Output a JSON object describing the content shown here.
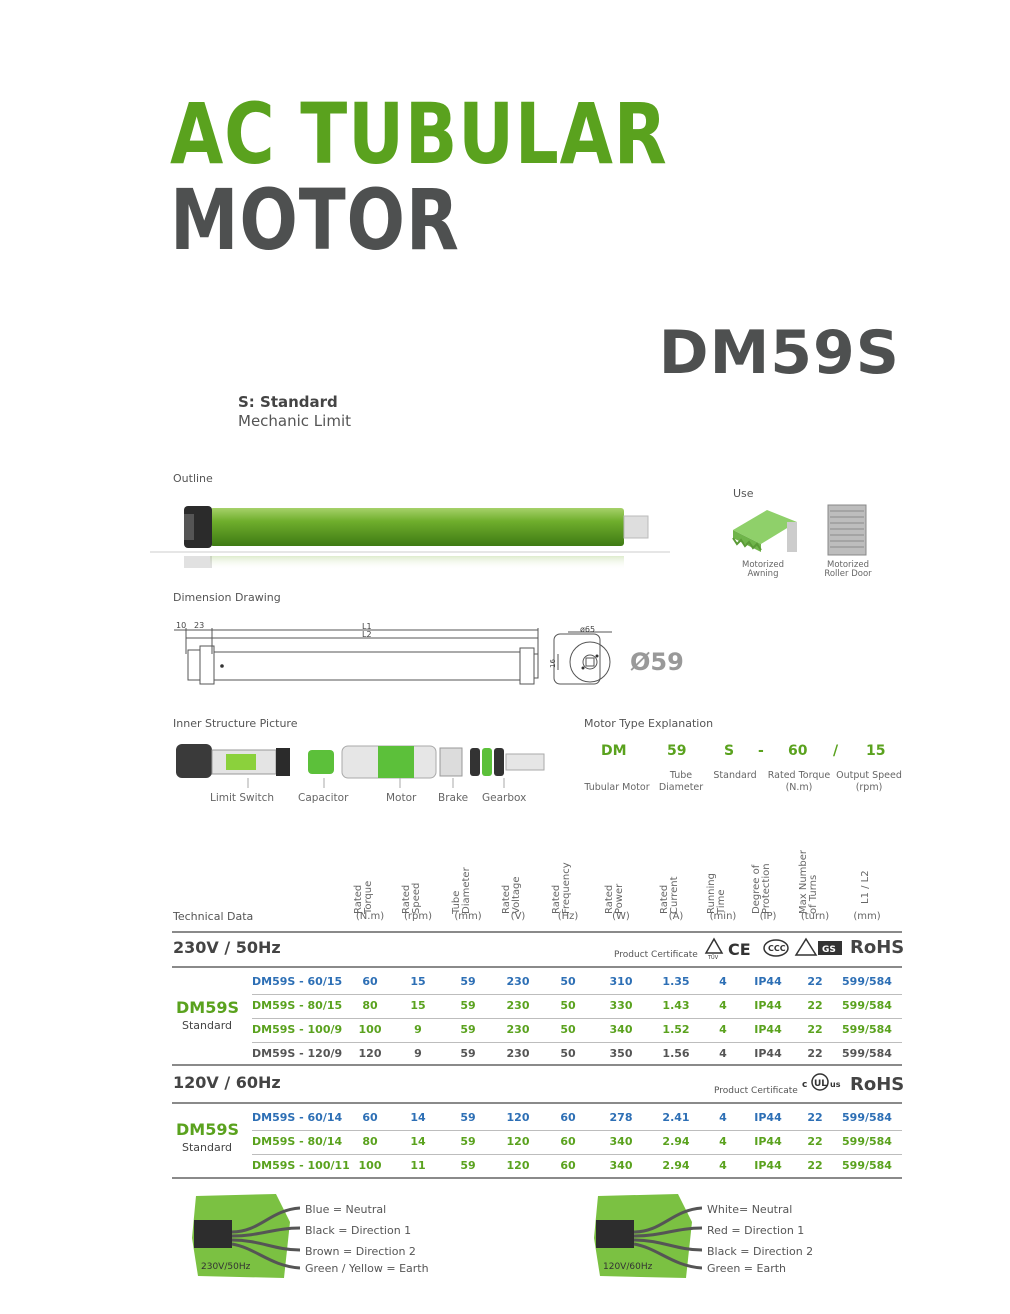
{
  "title": {
    "line1": "AC TUBULAR",
    "line2": "MOTOR"
  },
  "model": "DM59S",
  "type": {
    "code": "S: Standard",
    "desc": "Mechanic Limit"
  },
  "sections": {
    "outline": "Outline",
    "use": "Use",
    "dimension": "Dimension Drawing",
    "inner": "Inner Structure Picture",
    "motor_type": "Motor Type Explanation",
    "technical": "Technical Data"
  },
  "use_items": [
    {
      "line1": "Motorized",
      "line2": "Awning"
    },
    {
      "line1": "Motorized",
      "line2": "Roller Door"
    }
  ],
  "dimension": {
    "d10": "10",
    "d23": "23",
    "l1": "L1",
    "l2": "L2",
    "d65": "ø65",
    "d16": "16",
    "tube": "Ø59"
  },
  "inner_labels": [
    "Limit Switch",
    "Capacitor",
    "Motor",
    "Brake",
    "Gearbox"
  ],
  "motor_type": {
    "codes": [
      "DM",
      "59",
      "S",
      "-",
      "60",
      "/",
      "15"
    ],
    "captions": [
      {
        "l1": "Tubular Motor",
        "l2": ""
      },
      {
        "l1": "Tube",
        "l2": "Diameter"
      },
      {
        "l1": "Standard",
        "l2": ""
      },
      {
        "l1": "Rated Torque",
        "l2": "(N.m)"
      },
      {
        "l1": "Output Speed",
        "l2": "(rpm)"
      }
    ]
  },
  "table": {
    "columns": [
      {
        "l1": "Rated",
        "l2": "Torque",
        "unit": "(N.m)"
      },
      {
        "l1": "Rated",
        "l2": "Speed",
        "unit": "(rpm)"
      },
      {
        "l1": "Tube",
        "l2": "Diameter",
        "unit": "(mm)"
      },
      {
        "l1": "Rated",
        "l2": "Voltage",
        "unit": "(V)"
      },
      {
        "l1": "Rated",
        "l2": "Frequency",
        "unit": "(Hz)"
      },
      {
        "l1": "Rated",
        "l2": "Power",
        "unit": "(W)"
      },
      {
        "l1": "Rated",
        "l2": "Current",
        "unit": "(A)"
      },
      {
        "l1": "Running",
        "l2": "Time",
        "unit": "(min)"
      },
      {
        "l1": "Degree of",
        "l2": "Protection",
        "unit": "(IP)"
      },
      {
        "l1": "Max Number",
        "l2": "of Turns",
        "unit": "(turn)"
      },
      {
        "l1": "L1 / L2",
        "l2": "",
        "unit": "(mm)"
      }
    ],
    "groups": [
      {
        "voltage": "230V / 50Hz",
        "cert_label": "Product Certificate",
        "cert_text": "RoHS",
        "model": "DM59S",
        "model_sub": "Standard",
        "rows": [
          {
            "name": "DM59S - 60/15",
            "vals": [
              "60",
              "15",
              "59",
              "230",
              "50",
              "310",
              "1.35",
              "4",
              "IP44",
              "22",
              "599/584"
            ],
            "color": "#2d6fb5"
          },
          {
            "name": "DM59S - 80/15",
            "vals": [
              "80",
              "15",
              "59",
              "230",
              "50",
              "330",
              "1.43",
              "4",
              "IP44",
              "22",
              "599/584"
            ],
            "color": "#5aa21e"
          },
          {
            "name": "DM59S - 100/9",
            "vals": [
              "100",
              "9",
              "59",
              "230",
              "50",
              "340",
              "1.52",
              "4",
              "IP44",
              "22",
              "599/584"
            ],
            "color": "#5aa21e"
          },
          {
            "name": "DM59S - 120/9",
            "vals": [
              "120",
              "9",
              "59",
              "230",
              "50",
              "350",
              "1.56",
              "4",
              "IP44",
              "22",
              "599/584"
            ],
            "color": "#555555"
          }
        ]
      },
      {
        "voltage": "120V / 60Hz",
        "cert_label": "Product Certificate",
        "cert_text": "RoHS",
        "model": "DM59S",
        "model_sub": "Standard",
        "rows": [
          {
            "name": "DM59S - 60/14",
            "vals": [
              "60",
              "14",
              "59",
              "120",
              "60",
              "278",
              "2.41",
              "4",
              "IP44",
              "22",
              "599/584"
            ],
            "color": "#2d6fb5"
          },
          {
            "name": "DM59S - 80/14",
            "vals": [
              "80",
              "14",
              "59",
              "120",
              "60",
              "340",
              "2.94",
              "4",
              "IP44",
              "22",
              "599/584"
            ],
            "color": "#5aa21e"
          },
          {
            "name": "DM59S - 100/11",
            "vals": [
              "100",
              "11",
              "59",
              "120",
              "60",
              "340",
              "2.94",
              "4",
              "IP44",
              "22",
              "599/584"
            ],
            "color": "#5aa21e"
          }
        ]
      }
    ]
  },
  "wiring": [
    {
      "label": "230V/50Hz",
      "lines": [
        "Blue = Neutral",
        "Black = Direction 1",
        "Brown = Direction 2",
        "Green / Yellow = Earth"
      ]
    },
    {
      "label": "120V/60Hz",
      "lines": [
        "White= Neutral",
        "Red = Direction 1",
        "Black = Direction 2",
        "Green = Earth"
      ]
    }
  ],
  "colors": {
    "brand_green": "#5aa21e",
    "dark_gray": "#4e5050",
    "blue": "#2d6fb5"
  }
}
